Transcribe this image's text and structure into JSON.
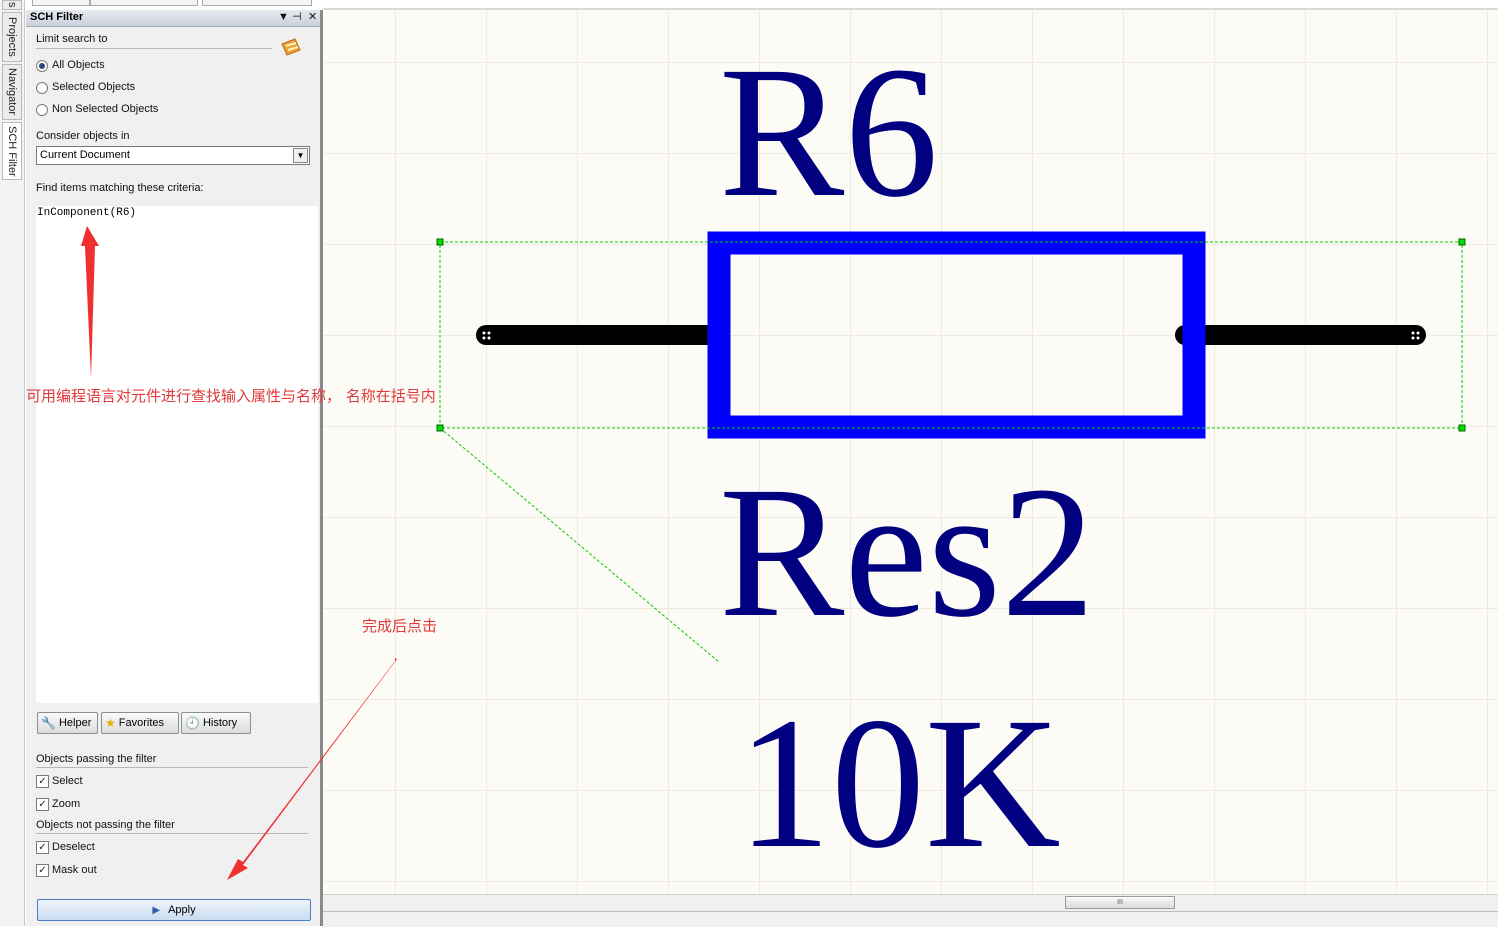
{
  "side_tabs": [
    "s",
    "Projects",
    "Navigator",
    "SCH Filter"
  ],
  "panel": {
    "title": "SCH Filter",
    "limit_label": "Limit search to",
    "radios": [
      "All Objects",
      "Selected Objects",
      "Non Selected Objects"
    ],
    "consider_label": "Consider objects in",
    "document_select": "Current Document",
    "criteria_label": "Find items matching these criteria:",
    "criteria_text": "InComponent(R6)",
    "buttons": {
      "helper": "Helper",
      "favorites": "Favorites",
      "history": "History"
    },
    "passing_label": "Objects passing the filter",
    "checks_pass": [
      "Select",
      "Zoom"
    ],
    "failing_label": "Objects not passing the filter",
    "checks_fail": [
      "Deselect",
      "Mask out"
    ],
    "apply": "Apply"
  },
  "schematic": {
    "designator": "R6",
    "comment": "Res2",
    "value": "10K",
    "body_color": "#0000ff",
    "text_color": "#000080",
    "selection_color": "#00cc00"
  },
  "annotations": {
    "note1": "可用编程语言对元件进行查找输入属性与名称， 名称在括号内",
    "note2": "完成后点击",
    "color": "#e03a3a"
  },
  "scrollbar_grip": "III"
}
